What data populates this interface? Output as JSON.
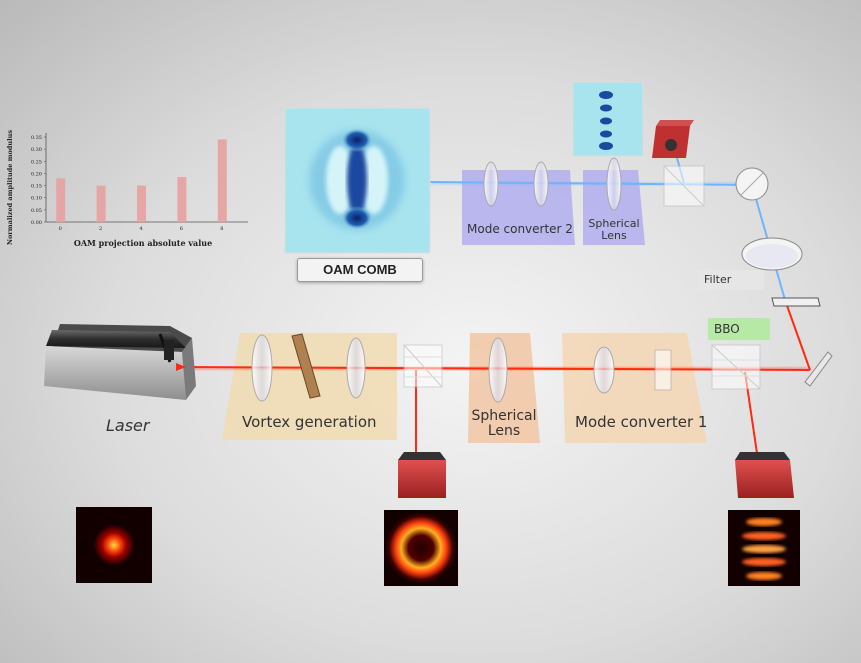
{
  "labels": {
    "oam_comb": "OAM COMB",
    "mode_converter_2": "Mode converter 2",
    "spherical_lens_top_line1": "Spherical",
    "spherical_lens_top_line2": "Lens",
    "filter": "Filter",
    "bbo": "BBO",
    "laser": "Laser",
    "vortex_generation": "Vortex generation",
    "spherical_lens_bottom_line1": "Spherical",
    "spherical_lens_bottom_line2": "Lens",
    "mode_converter_1": "Mode converter 1"
  },
  "colors": {
    "red_beam": "#ff2a10",
    "blue_beam": "#6fb4ff",
    "vortex_panel": "#f0dcb0",
    "lens_panel": "#f2c6a2",
    "mode_converter_panel": "#f4d6b4",
    "blue_panel": "#a9a7ef",
    "bbo_green": "#b7e9a6"
  },
  "chart_data": {
    "type": "bar",
    "categories": [
      "0",
      "2",
      "4",
      "6",
      "8"
    ],
    "values": [
      0.18,
      0.15,
      0.15,
      0.185,
      0.34
    ],
    "xlabel": "OAM projection absolute value",
    "ylabel": "Normalized amplitude modulus",
    "ylim": [
      0,
      0.35
    ],
    "yticks": [
      "0.00",
      "0.05",
      "0.10",
      "0.15",
      "0.20",
      "0.25",
      "0.30",
      "0.35"
    ],
    "bar_color": "#e8a0a0",
    "grid": false
  }
}
